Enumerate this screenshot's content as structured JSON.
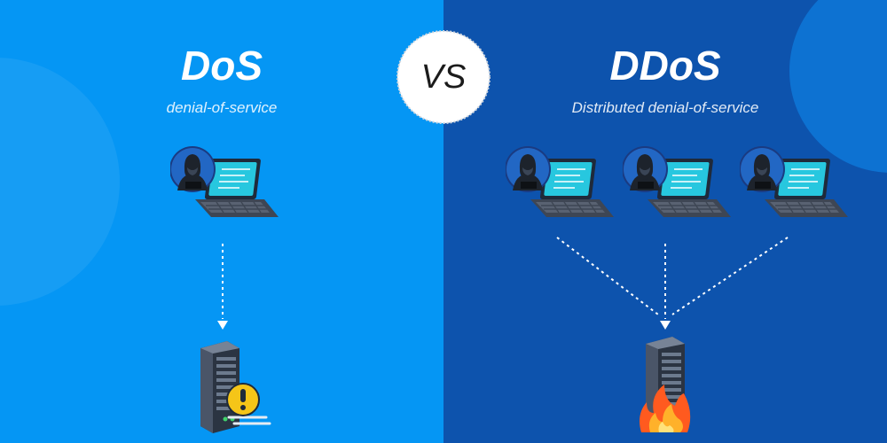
{
  "left": {
    "title": "DoS",
    "subtitle": "denial-of-service"
  },
  "vs": {
    "text": "VS"
  },
  "right": {
    "title": "DDoS",
    "subtitle": "Distributed denial-of-service"
  },
  "colors": {
    "left_bg": "#0596f4",
    "right_bg": "#0d53ad",
    "text": "#ffffff",
    "warning": "#f5c518",
    "fire": "#ff5a1f"
  }
}
